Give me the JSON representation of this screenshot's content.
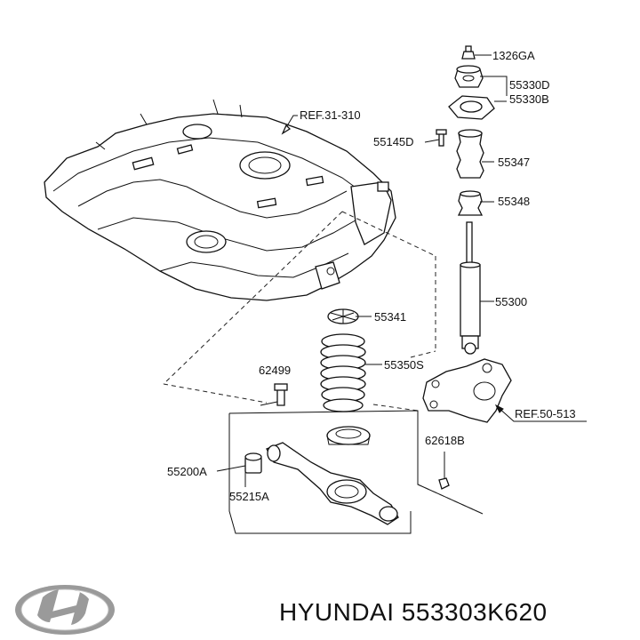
{
  "labels": {
    "p1326GA": "1326GA",
    "p55330D": "55330D",
    "p55330B": "55330B",
    "p55145D": "55145D",
    "p55347": "55347",
    "p55348": "55348",
    "p55300": "55300",
    "p55341": "55341",
    "p62499": "62499",
    "p55350S": "55350S",
    "p62618B": "62618B",
    "p55200A": "55200A",
    "p55215A": "55215A"
  },
  "refs": {
    "ref_tank": "REF.31-310",
    "ref_knuckle": "REF.50-513"
  },
  "brand": {
    "logo": "hyundai-logo",
    "caption": "HYUNDAI 553303K620"
  }
}
